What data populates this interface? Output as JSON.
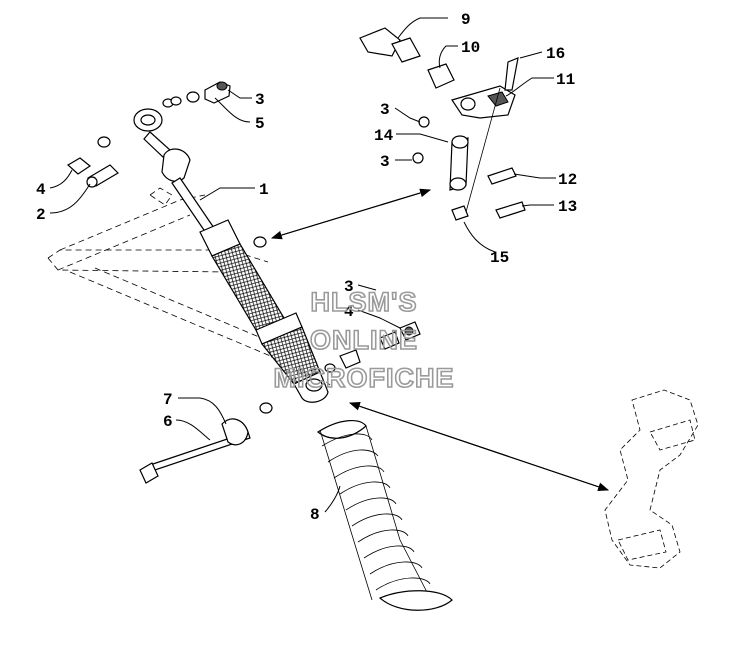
{
  "watermark": {
    "line1": "HLSM'S",
    "line2": "ONLINE",
    "line3": "MICROFICHE"
  },
  "callouts": {
    "c1": "1",
    "c2": "2",
    "c3a": "3",
    "c3b": "3",
    "c3c": "3",
    "c3d": "3",
    "c4a": "4",
    "c4b": "4",
    "c5": "5",
    "c6": "6",
    "c7": "7",
    "c8": "8",
    "c9": "9",
    "c10": "10",
    "c11": "11",
    "c12": "12",
    "c13": "13",
    "c14": "14",
    "c15": "15",
    "c16": "16"
  }
}
